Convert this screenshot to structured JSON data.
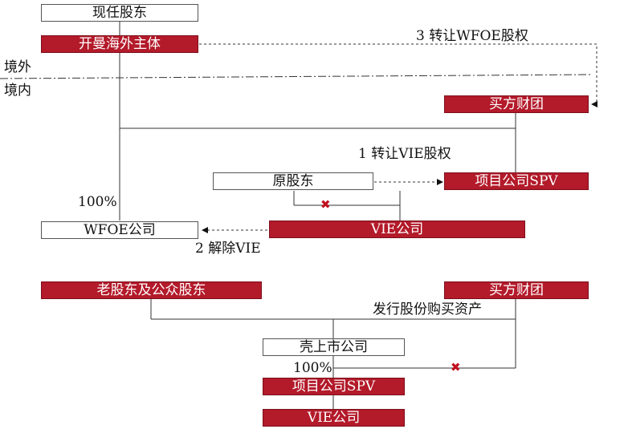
{
  "top": {
    "current_shareholders": "现任股东",
    "offshore_entity": "开曼海外主体",
    "step3_label": "3 转让WFOE股权",
    "offshore_label": "境外",
    "onshore_label": "境内",
    "buyer_consortium": "买方财团",
    "step1_label": "1 转让VIE股权",
    "original_shareholders": "原股东",
    "project_spv": "项目公司SPV",
    "pct_100": "100%",
    "wfoe_company": "WFOE公司",
    "vie_company": "VIE公司",
    "step2_label": "2 解除VIE"
  },
  "bottom": {
    "old_and_public_shareholders": "老股东及公众股东",
    "buyer_consortium": "买方财团",
    "issue_shares_label": "发行股份购买资产",
    "shell_company": "壳上市公司",
    "pct_100": "100%",
    "project_spv": "项目公司SPV",
    "vie_company": "VIE公司"
  },
  "colors": {
    "accent_red": "#b31a2a",
    "cross_mark": "#c0111f"
  }
}
